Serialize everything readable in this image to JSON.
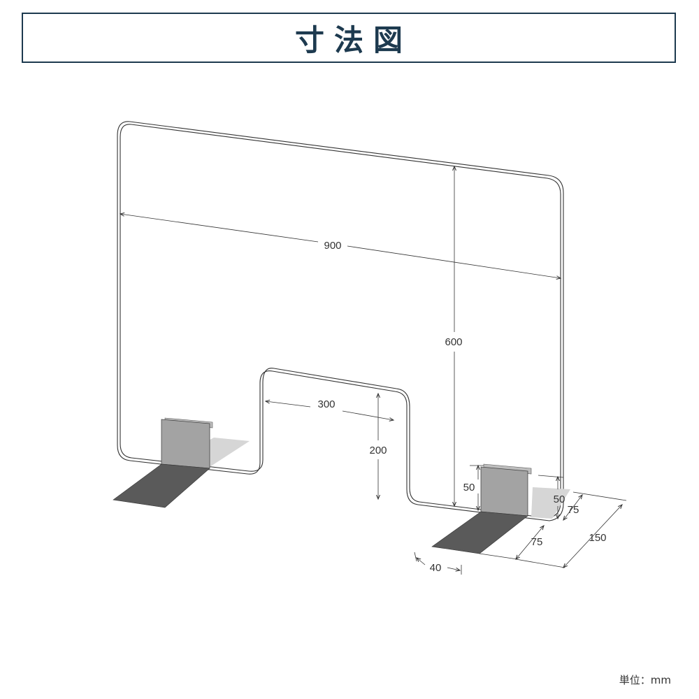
{
  "title": "寸法図",
  "unit_note": "単位：mm",
  "dimensions": {
    "width": "900",
    "height": "600",
    "opening_width": "300",
    "opening_height": "200",
    "stand_height": "50",
    "stand_offset": "50",
    "stand_depth_upper": "75",
    "stand_depth_lower": "75",
    "stand_total_depth": "150",
    "stand_width": "40"
  }
}
